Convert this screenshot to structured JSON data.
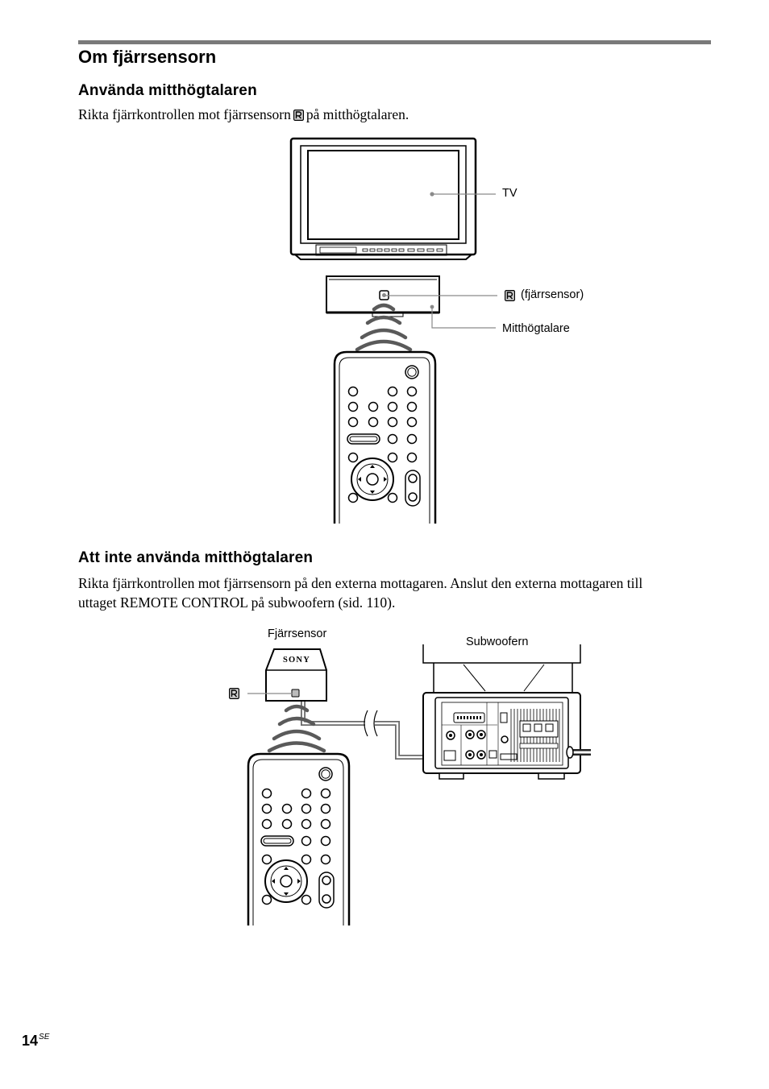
{
  "page_heading": "Om fjärrsensorn",
  "section1": {
    "title": "Använda mitthögtalaren",
    "text_before_icon": "Rikta fjärrkontrollen mot fjärrsensorn",
    "text_after_icon": "på mitthögtalaren."
  },
  "figure1": {
    "tv_label": "TV",
    "sensor_label": "(fjärrsensor)",
    "speaker_label": "Mitthögtalare"
  },
  "section2": {
    "title": "Att inte använda mitthögtalaren",
    "body_lines": [
      "Rikta fjärrkontrollen mot fjärrsensorn på den externa mottagaren. Anslut den externa mottagaren till",
      "uttaget REMOTE CONTROL på subwoofern (sid. 110)."
    ]
  },
  "figure2": {
    "sensor_label": "Fjärrsensor",
    "subwoofer_label": "Subwoofern",
    "brand_logo": "SONY"
  },
  "footer": {
    "page_number": "14",
    "page_suffix": "SE"
  },
  "icons": {
    "remote_sensor": "remote-sensor-icon"
  },
  "colors": {
    "rule": "#7a7a7a",
    "leader": "#8a8a8a",
    "signal": "#5a5a5a"
  }
}
